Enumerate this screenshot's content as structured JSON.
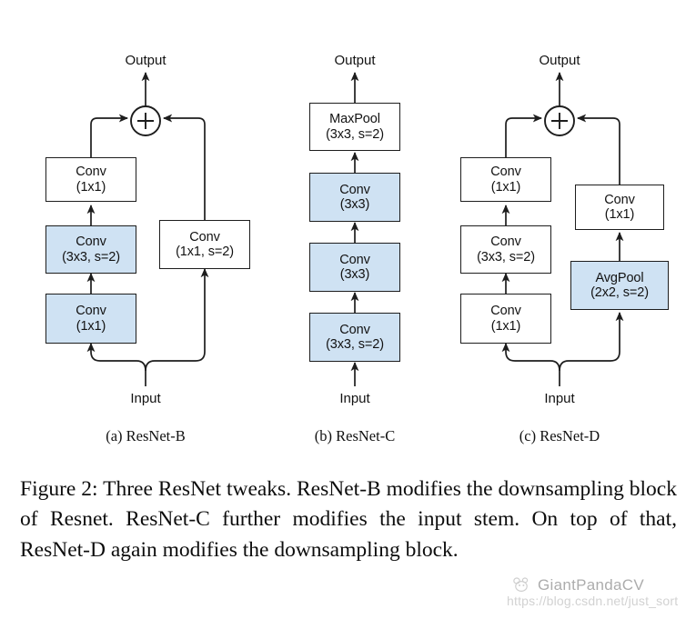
{
  "figure": {
    "caption_label": "Figure 2:",
    "caption_text": "Three ResNet tweaks. ResNet-B modifies the downsampling block of Resnet. ResNet-C further modifies the input stem. On top of that, ResNet-D again modifies the downsampling block.",
    "caption_full": "Figure 2:  Three ResNet tweaks.  ResNet-B modifies the downsampling block of Resnet. ResNet-C further modifies the input stem. On top of that, ResNet-D again modifies the downsampling block.",
    "accent_fill": "#cfe2f3",
    "stroke": "#1d1d1d",
    "background": "#ffffff"
  },
  "watermark": {
    "brand": "GiantPandaCV",
    "url": "https://blog.csdn.net/just_sort",
    "icon": "panda-icon"
  },
  "panels": [
    {
      "id": "resnet-b",
      "subcaption": "(a) ResNet-B",
      "input_label": "Input",
      "output_label": "Output",
      "merge_symbol": "+",
      "left_branch": [
        {
          "line1": "Conv",
          "line2": "(1x1)",
          "filled": true
        },
        {
          "line1": "Conv",
          "line2": "(3x3, s=2)",
          "filled": true
        },
        {
          "line1": "Conv",
          "line2": "(1x1)",
          "filled": false
        }
      ],
      "right_branch": [
        {
          "line1": "Conv",
          "line2": "(1x1, s=2)",
          "filled": false
        }
      ]
    },
    {
      "id": "resnet-c",
      "subcaption": "(b) ResNet-C",
      "input_label": "Input",
      "output_label": "Output",
      "merge_symbol": null,
      "left_branch": [
        {
          "line1": "Conv",
          "line2": "(3x3, s=2)",
          "filled": true
        },
        {
          "line1": "Conv",
          "line2": "(3x3)",
          "filled": true
        },
        {
          "line1": "Conv",
          "line2": "(3x3)",
          "filled": true
        },
        {
          "line1": "MaxPool",
          "line2": "(3x3, s=2)",
          "filled": false
        }
      ],
      "right_branch": []
    },
    {
      "id": "resnet-d",
      "subcaption": "(c) ResNet-D",
      "input_label": "Input",
      "output_label": "Output",
      "merge_symbol": "+",
      "left_branch": [
        {
          "line1": "Conv",
          "line2": "(1x1)",
          "filled": false
        },
        {
          "line1": "Conv",
          "line2": "(3x3, s=2)",
          "filled": false
        },
        {
          "line1": "Conv",
          "line2": "(1x1)",
          "filled": false
        }
      ],
      "right_branch": [
        {
          "line1": "AvgPool",
          "line2": "(2x2, s=2)",
          "filled": true
        },
        {
          "line1": "Conv",
          "line2": "(1x1)",
          "filled": false
        }
      ]
    }
  ],
  "nodes": {
    "b_out": "Output",
    "b_plus": "+",
    "b_l1_l1": "Conv",
    "b_l1_l2": "(1x1)",
    "b_l2_l1": "Conv",
    "b_l2_l2": "(3x3, s=2)",
    "b_l3_l1": "Conv",
    "b_l3_l2": "(1x1)",
    "b_r1_l1": "Conv",
    "b_r1_l2": "(1x1, s=2)",
    "b_in": "Input",
    "b_sub": "(a) ResNet-B",
    "c_out": "Output",
    "c_l1_l1": "MaxPool",
    "c_l1_l2": "(3x3, s=2)",
    "c_l2_l1": "Conv",
    "c_l2_l2": "(3x3)",
    "c_l3_l1": "Conv",
    "c_l3_l2": "(3x3)",
    "c_l4_l1": "Conv",
    "c_l4_l2": "(3x3, s=2)",
    "c_in": "Input",
    "c_sub": "(b) ResNet-C",
    "d_out": "Output",
    "d_plus": "+",
    "d_l1_l1": "Conv",
    "d_l1_l2": "(1x1)",
    "d_l2_l1": "Conv",
    "d_l2_l2": "(3x3, s=2)",
    "d_l3_l1": "Conv",
    "d_l3_l2": "(1x1)",
    "d_r1_l1": "Conv",
    "d_r1_l2": "(1x1)",
    "d_r2_l1": "AvgPool",
    "d_r2_l2": "(2x2, s=2)",
    "d_in": "Input",
    "d_sub": "(c) ResNet-D"
  }
}
